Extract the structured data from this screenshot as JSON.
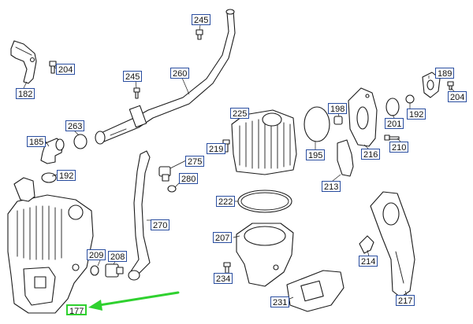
{
  "diagram": {
    "highlight_color": "#2fd12f",
    "label_border_color": "#2a4ea0",
    "callouts": {
      "c245a": "245",
      "c204a": "204",
      "c182": "182",
      "c245b": "245",
      "c260": "260",
      "c263": "263",
      "c185": "185",
      "c192a": "192",
      "c225": "225",
      "c198": "198",
      "c201": "201",
      "c192b": "192",
      "c189": "189",
      "c204b": "204",
      "c219": "219",
      "c195": "195",
      "c216": "216",
      "c210": "210",
      "c275": "275",
      "c280": "280",
      "c213": "213",
      "c222": "222",
      "c270": "270",
      "c207": "207",
      "c209": "209",
      "c208": "208",
      "c214": "214",
      "c234": "234",
      "c231": "231",
      "c217": "217",
      "c177": "177"
    },
    "highlighted_part": "177"
  }
}
